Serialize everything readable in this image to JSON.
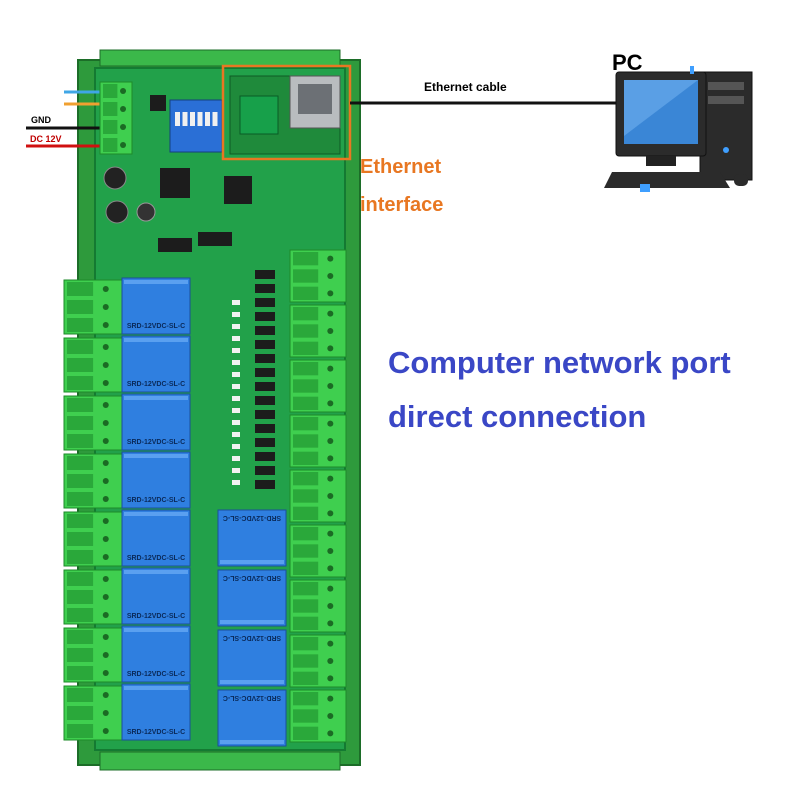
{
  "labels": {
    "pc": "PC",
    "ethernet_cable": "Ethernet cable",
    "gnd": "GND",
    "dc_12v": "DC 12V",
    "ethernet_interface_line1": "Ethernet",
    "ethernet_interface_line2": "interface",
    "headline_line1": "Computer network port",
    "headline_line2": "direct connection"
  },
  "relay_model": "SRD-12VDC-SL-C",
  "colors": {
    "pcb_green": "#22a14a",
    "terminal_green": "#3fcf4f",
    "relay_blue": "#2f7fe0",
    "highlight_orange": "#e87722",
    "headline_blue": "#3a47c6",
    "dc_red": "#c00000"
  }
}
